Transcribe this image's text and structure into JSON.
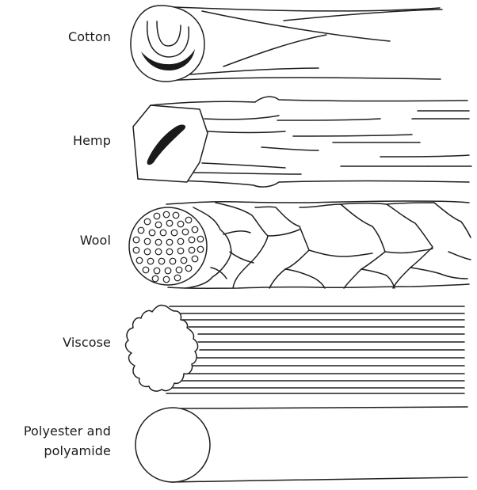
{
  "labels": {
    "cotton": "Cotton",
    "hemp": "Hemp",
    "wool": "Wool",
    "viscose": "Viscose",
    "polyester_line1": "Polyester and",
    "polyester_line2": "polyamide"
  },
  "colors": {
    "ink": "#1f1f1f",
    "background": "#ffffff"
  }
}
